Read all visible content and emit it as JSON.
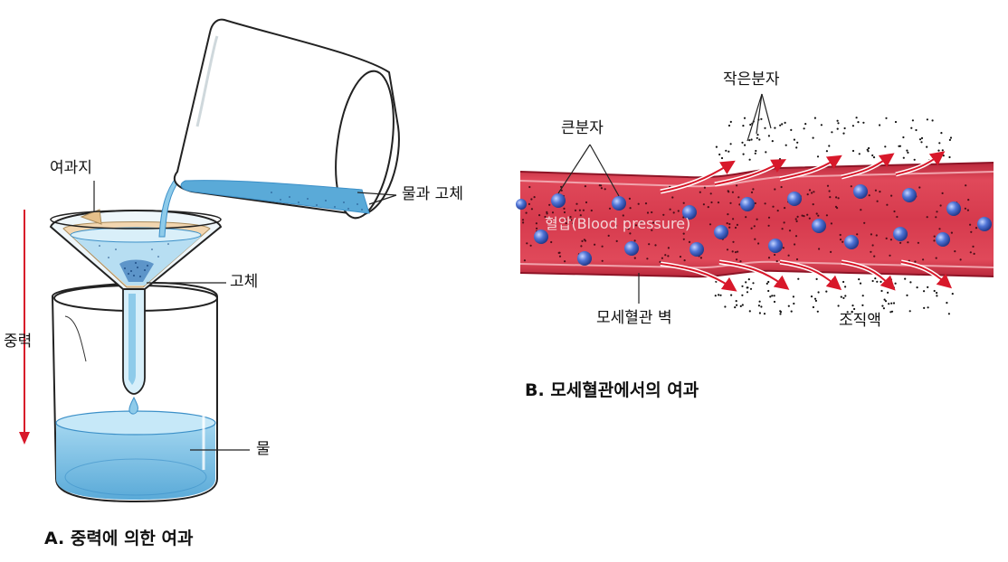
{
  "panel_a": {
    "label_filter_paper": "여과지",
    "label_water_and_solid": "물과 고체",
    "label_solid": "고체",
    "label_gravity": "중력",
    "label_water": "물",
    "caption": "A. 중력에 의한 여과"
  },
  "panel_b": {
    "label_large_molecule": "큰분자",
    "label_small_molecule": "작은분자",
    "label_blood_pressure": "혈압(Blood pressure)",
    "label_capillary_wall": "모세혈관 벽",
    "label_tissue_fluid": "조직액",
    "caption": "B. 모세혈관에서의 여과"
  },
  "colors": {
    "water": "#8ecbea",
    "water_dark": "#5aaad8",
    "filter_paper": "#f2d6b0",
    "vessel": "#d63a4d",
    "vessel_edge": "#a81e31",
    "molecule": "#3c5fc0",
    "arrow": "#d8182a"
  }
}
